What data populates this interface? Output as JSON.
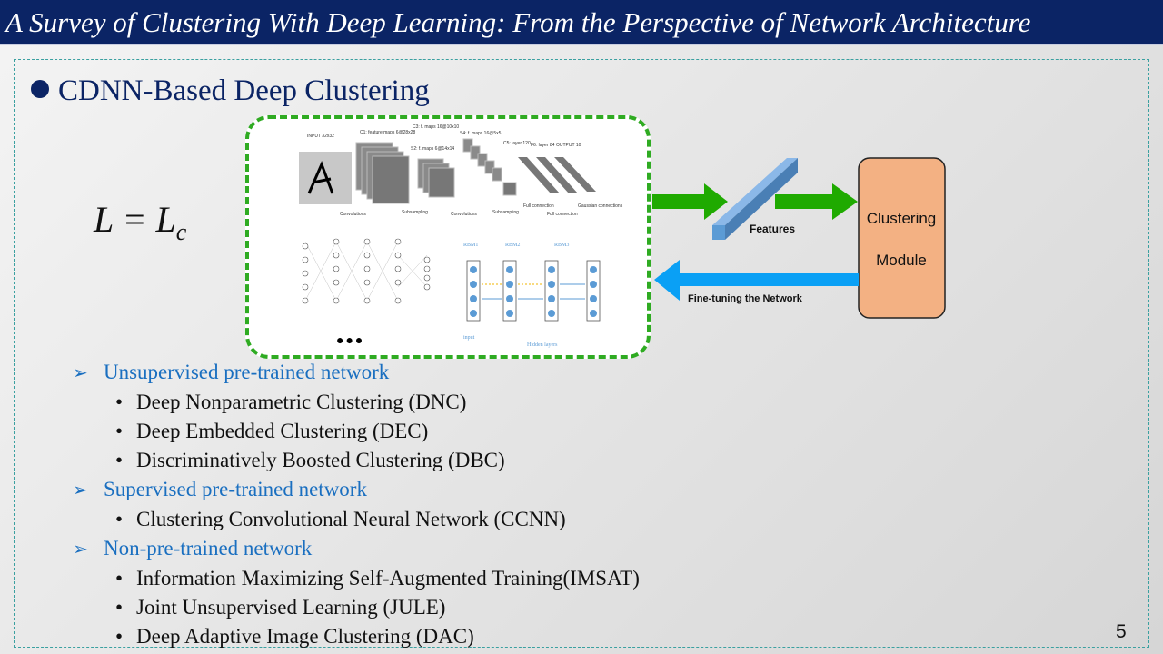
{
  "title": "A Survey of Clustering With Deep Learning: From the Perspective of Network Architecture",
  "heading": "CDNN-Based Deep Clustering",
  "formula": {
    "main": "L = L",
    "sub": "c"
  },
  "network_image": {
    "lenet_labels": [
      "INPUT 32x32",
      "C1: feature maps 6@28x28",
      "S2: f. maps 6@14x14",
      "C3: f. maps 16@10x10",
      "S4: f. maps 16@5x5",
      "C5: layer 120",
      "F6: layer 84",
      "OUTPUT 10",
      "Convolutions",
      "Subsampling",
      "Convolutions",
      "Subsampling",
      "Full connection",
      "Full connection",
      "Gaussian connections"
    ],
    "rbm_labels": [
      "RBM1",
      "RBM2",
      "RBM3"
    ],
    "input_label": "input",
    "hidden_label": "Hidden layers",
    "ellipsis": "●●●"
  },
  "diagram": {
    "features_label": "Features",
    "module_label": [
      "Clustering",
      "Module"
    ],
    "feedback_label": "Fine-tuning the Network",
    "colors": {
      "forward_arrow": "#1faa00",
      "feedback_arrow": "#0aa0f5",
      "module_fill": "#f3b183",
      "feature_bar": "#5b9bd5",
      "border": "#2fab22"
    }
  },
  "sections": [
    {
      "label": "Unsupervised pre-trained network",
      "items": [
        "Deep Nonparametric Clustering (DNC)",
        "Deep Embedded Clustering (DEC)",
        "Discriminatively Boosted Clustering (DBC)"
      ]
    },
    {
      "label": "Supervised pre-trained network",
      "items": [
        "Clustering Convolutional Neural Network (CCNN)"
      ]
    },
    {
      "label": "Non-pre-trained network",
      "items": [
        "Information Maximizing Self-Augmented Training(IMSAT)",
        "Joint Unsupervised Learning (JULE)",
        "Deep Adaptive Image Clustering (DAC)"
      ]
    }
  ],
  "page_number": "5"
}
